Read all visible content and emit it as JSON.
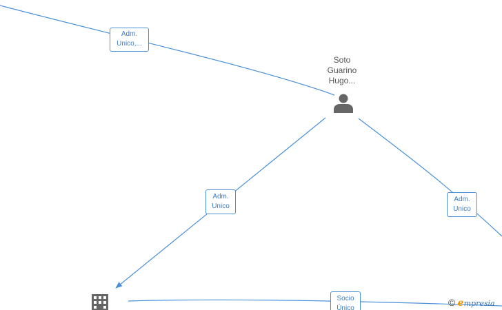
{
  "nodes": {
    "person": {
      "name_lines": [
        "Soto",
        "Guarino",
        "Hugo..."
      ],
      "icon": "person-icon",
      "color": "#666666"
    },
    "company": {
      "icon": "building-icon",
      "color": "#666666"
    }
  },
  "edge_labels": {
    "top_left": [
      "Adm.",
      "Unico,..."
    ],
    "person_to_company": [
      "Adm.",
      "Unico"
    ],
    "person_to_right": [
      "Adm.",
      "Unico"
    ],
    "company_to_right": [
      "Socio",
      "Único"
    ]
  },
  "colors": {
    "edge": "#4a90d9",
    "label_text": "#3a7cc7"
  },
  "footer": {
    "copyright_symbol": "©",
    "brand_initial": "e",
    "brand_rest": "mpresia"
  }
}
